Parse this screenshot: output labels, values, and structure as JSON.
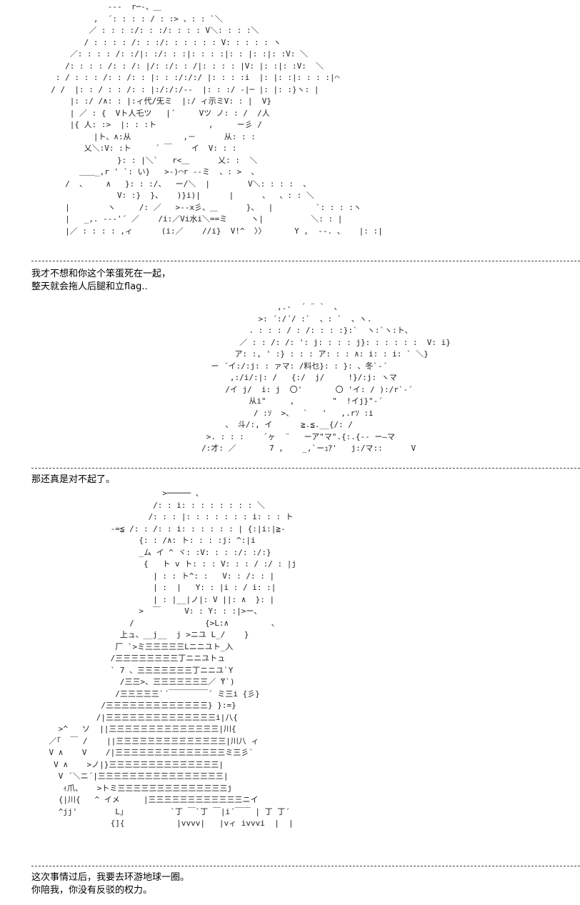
{
  "panels": [
    {
      "art": "              ---  r─-、＿\n           ,  ´: : : : / : :> 、: : `＼\n          ／ : : : :/: : :/: : : : V＼: : : :＼\n         / : : : : /: : :/: : : : : : V: : : : : ヽ\n      ／: : : : /: :/|: :/: : :|: : : :|: : |: :|: :V: ＼\n     /: : : : /: : /: |/: :/: : /|: : : : |V: |: :|: :V:  ＼\n   : / : : : /: : /: : |: : :/:/:/ |: : : :i  |: |: :|: : : :|⌒\n  / /  |: : / : : /: : |:/:/:/--  |: : :/ -|─ |: |: :}ヽ: |\n      |: :/ /∧: : |:ィ代/旡ミ  |:/ ィ示ミV: : |  V}\n      | ／ : {  Vト人乇ツ   |´     Vツ ノ: : /  /人\n      |{ 人: :>  |: : :ト           ,     ー彡 /\n           |ト、∧:从           ,－      从: : :\n         乂＼:V: :ト     ´ ￣    イ  V: : :\n                }: : |＼`   r<＿      乂: :  ＼\n        ＿＿_,r ' `: い}   >-)⌒r --ミ  、: >  、\n     /  、    ∧   }: : :/、  ー/＼  |        V＼: : : :  、\n                V: :}  }、   )}i)|      |      、  、: : ＼\n     |        ヽ     /: ／   >--x彡、＿      }、  |         `: : : :ヽ\n     |   _,. --‐'´ ／    /i:／Vi水i＼==ミ     ヽ|          ＼: : |\n     |／ : : : : ,ィ      (i:／    //i}  V!^  〉〉      Y ,  --. 、   |: :|"
    },
    {
      "art": "                             ,.-  ´ ¨ `  、\n                         >: ´:/´/ :`  、: `  、ヽ.\n                       . : : : / : /: : : :}:`  ヽ:`ヽ:ト、\n                     ／ : : /: /: ': j: : : : j}: : : : : :  V: i}\n                    ア: :, ' :} : : : ア: : : ∧: i: : i: ` ＼}\n               ー ´イ:/:j: : ァマ: /料乜}: : }: 、冬`-´\n                   ,:/i/:|: /   {:/  j/     !}/:j: ヽマ\n                  /イ j/  i: j  〇'       〇 'イ: / ):/r`-´\n                       从i\"     ,        \"  !イj}\"-´\n                        / :ｿ  >、  `   '   ,.rｿ :i\n                  、 斗/:, イ      ≧.≦.__{/: /\n              >. : : :    ´ヶ  ¨   ーア\"マ\".{:.{-- ー―マ\n             /:才: ／       7 ,    _,`ーｭｱ'   j:/マ::      V"
    },
    {
      "art": "                            >───── 、\n                          /: : i: : : : : : : : ＼\n                         /: : : |: : : : : : : i: : : ト\n                 -=≦ /: : /: : i: : : : : : | {:|i:|≧-\n                       {: : /∧: ト: : : :j: ^:|i\n                       _ム イ ^ ヾ: :V: : : :/: :/:}\n                        {   ト v ト: : : V: : : / :/ : |j\n                          | : : ト^: :   V: : /: : |\n                          | :  |   Y: : |i : / i: :|\n                          | : |__|ノ|: V ||: ∧  }: |\n                       >  ￣     V: : Y: : :|>ー、\n                     /               {>L:∧         、\n                   上ュ、__j__  j >ニユ L_/    }\n                  厂 `>ミ三三三三三Lニニユト_入\n                 /三三三三三三三三丁ニニユトュ\n                 ` 7 、三三三三三三三丁ニニユ`Y\n                   /三三>、三三三三三三三／ ̄Y`)\n                  /三三三三三`´￣￣￣￣￣´ ミ三i {彡}\n               /三三三三三三三三三三三三三} }:=}\n              /|三三三三三三三三三三三三三三i|八{\n      >^   ソ  ||三三三三三三三三三三三三三三|川{\n    ／｢  ￣ /    ||三三三三三三三三三三三三三三|川八 ィ\n    V ∧    V    /|三三三三三三三三三三三三三三ミ三彡`\n     V ∧    >ノ|}三三三三三三三三三三三三三三|\n      V ´＼ニ´|三三三三三三三三三三三三三三三三|\n       ｨ爪、   >トミ三三三三三三三三三三三三三三j\n      {|川{   ^ イメ     |三三三三三三三三三三三三ニイ\n      ^jj'        L」         `丁 ￣`丁 ￣|i´￣￣ | 丁 丁´\n                 {]{           |vvvv|   |vィ ivvvi  |  |"
    }
  ],
  "captions": [
    "我才不想和你这个笨蛋死在一起，",
    "整天就会拖人后腿和立flag..",
    "那还真是对不起了。",
    "这次事情过后，我要去环游地球一圈。",
    "你陪我，你没有反驳的权力。"
  ]
}
